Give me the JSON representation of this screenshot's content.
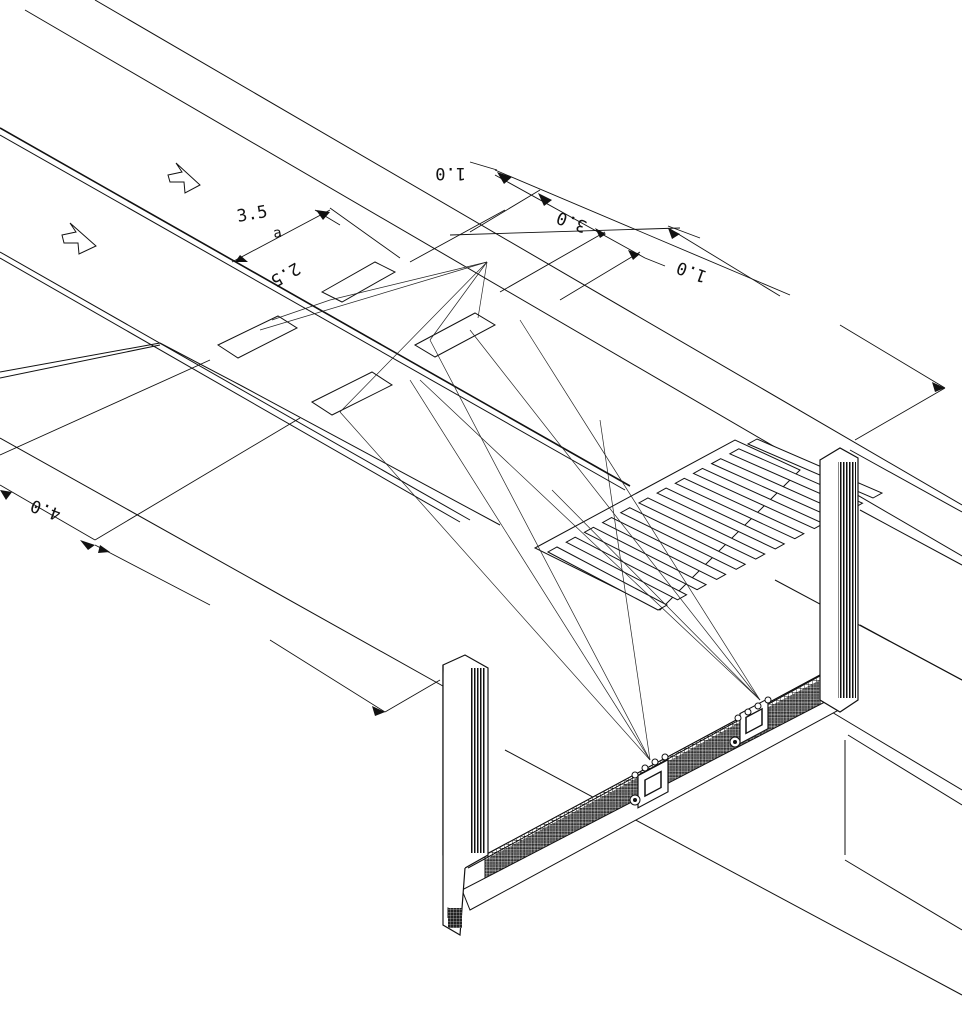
{
  "drawing": {
    "dimensions": {
      "d_top_left": "1.0",
      "d_mid": "3.0",
      "d_right": "1.0",
      "d_upper": "3.5",
      "d_lower": "2.5",
      "d_symbol": "a",
      "d_side": "4.0"
    },
    "colors": {
      "line": "#111111",
      "background": "#ffffff",
      "hatch": "#111111"
    }
  }
}
